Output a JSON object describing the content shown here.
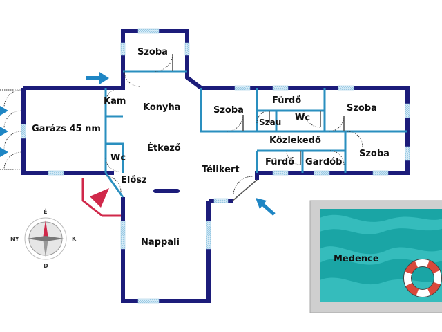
{
  "rooms": {
    "szoba_top": "Szoba",
    "kam": "Kam",
    "konyha": "Konyha",
    "garazs": "Garázs 45 nm",
    "etkezo": "Étkező",
    "wc_left": "Wc",
    "eloszoba": "Elősz",
    "nappali": "Nappali",
    "szoba_mid": "Szoba",
    "furdo_top": "Fürdő",
    "szau": "Szau",
    "wc_right": "Wc",
    "szoba_right_top": "Szoba",
    "kozlekedo": "Közlekedő",
    "szoba_right_bottom": "Szoba",
    "furdo_bottom": "Fürdő",
    "gardrob": "Gardób",
    "telikert": "Télikert",
    "medence": "Medence"
  },
  "compass": {
    "north": "É",
    "south": "D",
    "east": "K",
    "west": "NY"
  },
  "colors": {
    "outer_wall": "#1c1c7a",
    "inner_wall": "#2a8fbf",
    "door_arc": "#333333",
    "entrance_arrow": "#d0284a",
    "blue_arrow": "#1f86c4",
    "pool_border": "#9a9a9a",
    "pool_water": "#1aa5a5",
    "lifebuoy_red": "#d9483b"
  }
}
